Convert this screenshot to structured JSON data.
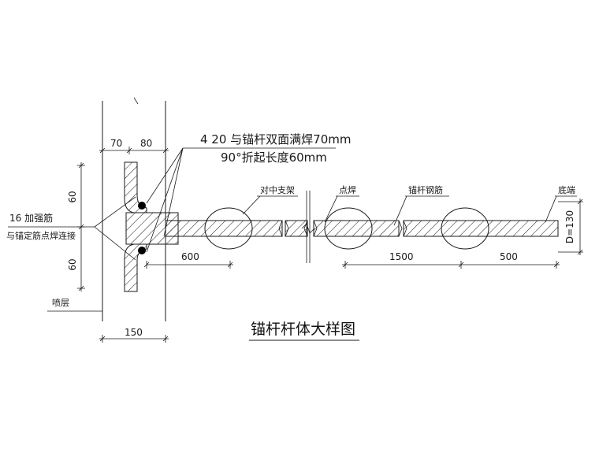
{
  "drawing": {
    "title": "锚杆杆体大样图",
    "top_note_line1": "4 20 与锚杆双面满焊70mm",
    "top_note_line2": "90°折起长度60mm",
    "left_note_line1": "16 加强筋",
    "left_note_line2": "与锚定筋点焊连接",
    "label_centering": "对中支架",
    "label_spot_weld": "点焊",
    "label_rebar": "锚杆钢筋",
    "label_bottom_end": "底端",
    "label_shotcrete": "喷层",
    "dim_70": "70",
    "dim_80": "80",
    "dim_60_top": "60",
    "dim_60_bottom": "60",
    "dim_150": "150",
    "dim_600": "600",
    "dim_1500": "1500",
    "dim_500": "500",
    "dim_diameter": "D=130"
  }
}
